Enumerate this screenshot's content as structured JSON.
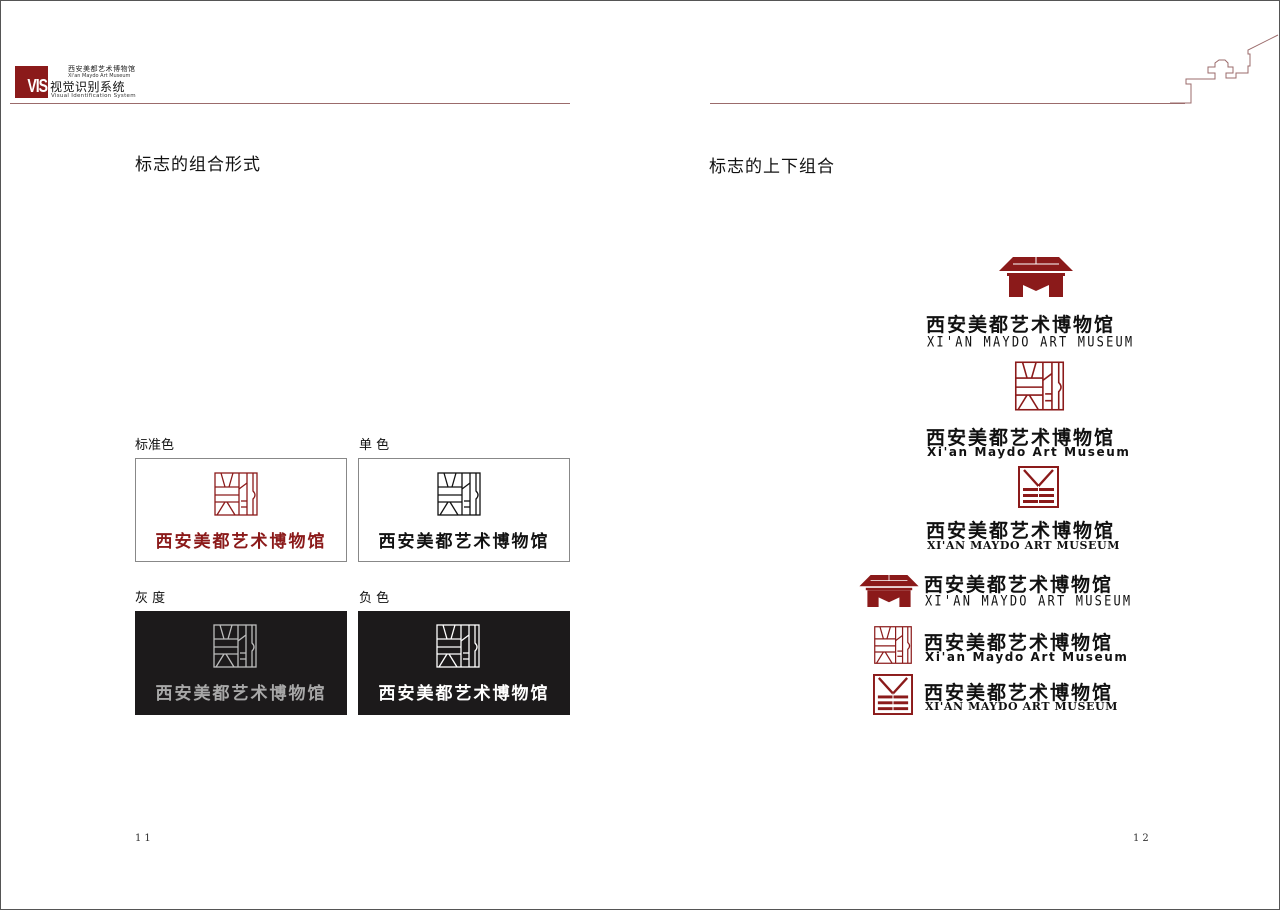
{
  "header": {
    "logo_text": "VIS",
    "museum_name_cn": "西安美都艺术博物馆",
    "museum_name_en": "Xi'an Maydo Art Museum",
    "system_title_cn": "视觉识别系统",
    "system_title_en": "Visual Identification System"
  },
  "left_page": {
    "title": "标志的组合形式",
    "page_number": "11",
    "variants": [
      {
        "label": "标准色",
        "museum_name": "西安美都艺术博物馆",
        "background": "#ffffff",
        "mark_color": "#8b1a1a",
        "text_color": "#8b1a1a"
      },
      {
        "label": "单 色",
        "museum_name": "西安美都艺术博物馆",
        "background": "#ffffff",
        "mark_color": "#111111",
        "text_color": "#111111"
      },
      {
        "label": "灰 度",
        "museum_name": "西安美都艺术博物馆",
        "background": "#1c1a1b",
        "mark_color": "#bdbdbd",
        "text_color": "#a8a8a8"
      },
      {
        "label": "负 色",
        "museum_name": "西安美都艺术博物馆",
        "background": "#1c1a1b",
        "mark_color": "#ffffff",
        "text_color": "#ffffff"
      }
    ]
  },
  "right_page": {
    "title": "标志的上下组合",
    "page_number": "12",
    "brand_color": "#8b1a1a",
    "lockups": [
      {
        "type": "vertical",
        "mark": "roof-icon",
        "name_cn": "西安美都艺术博物馆",
        "name_en": "XI'AN MAYDO ART MUSEUM"
      },
      {
        "type": "vertical",
        "mark": "seal-icon",
        "name_cn": "西安美都艺术博物馆",
        "name_en": "Xi'an Maydo Art Museum"
      },
      {
        "type": "vertical",
        "mark": "ribbon-icon",
        "name_cn": "西安美都艺术博物馆",
        "name_en": "XI'AN MAYDO ART MUSEUM"
      },
      {
        "type": "horizontal",
        "mark": "roof-icon",
        "name_cn": "西安美都艺术博物馆",
        "name_en": "XI'AN MAYDO ART MUSEUM"
      },
      {
        "type": "horizontal",
        "mark": "seal-icon",
        "name_cn": "西安美都艺术博物馆",
        "name_en": "Xi'an Maydo Art Museum"
      },
      {
        "type": "horizontal",
        "mark": "ribbon-icon",
        "name_cn": "西安美都艺术博物馆",
        "name_en": "XI'AN MAYDO ART MUSEUM"
      }
    ]
  }
}
